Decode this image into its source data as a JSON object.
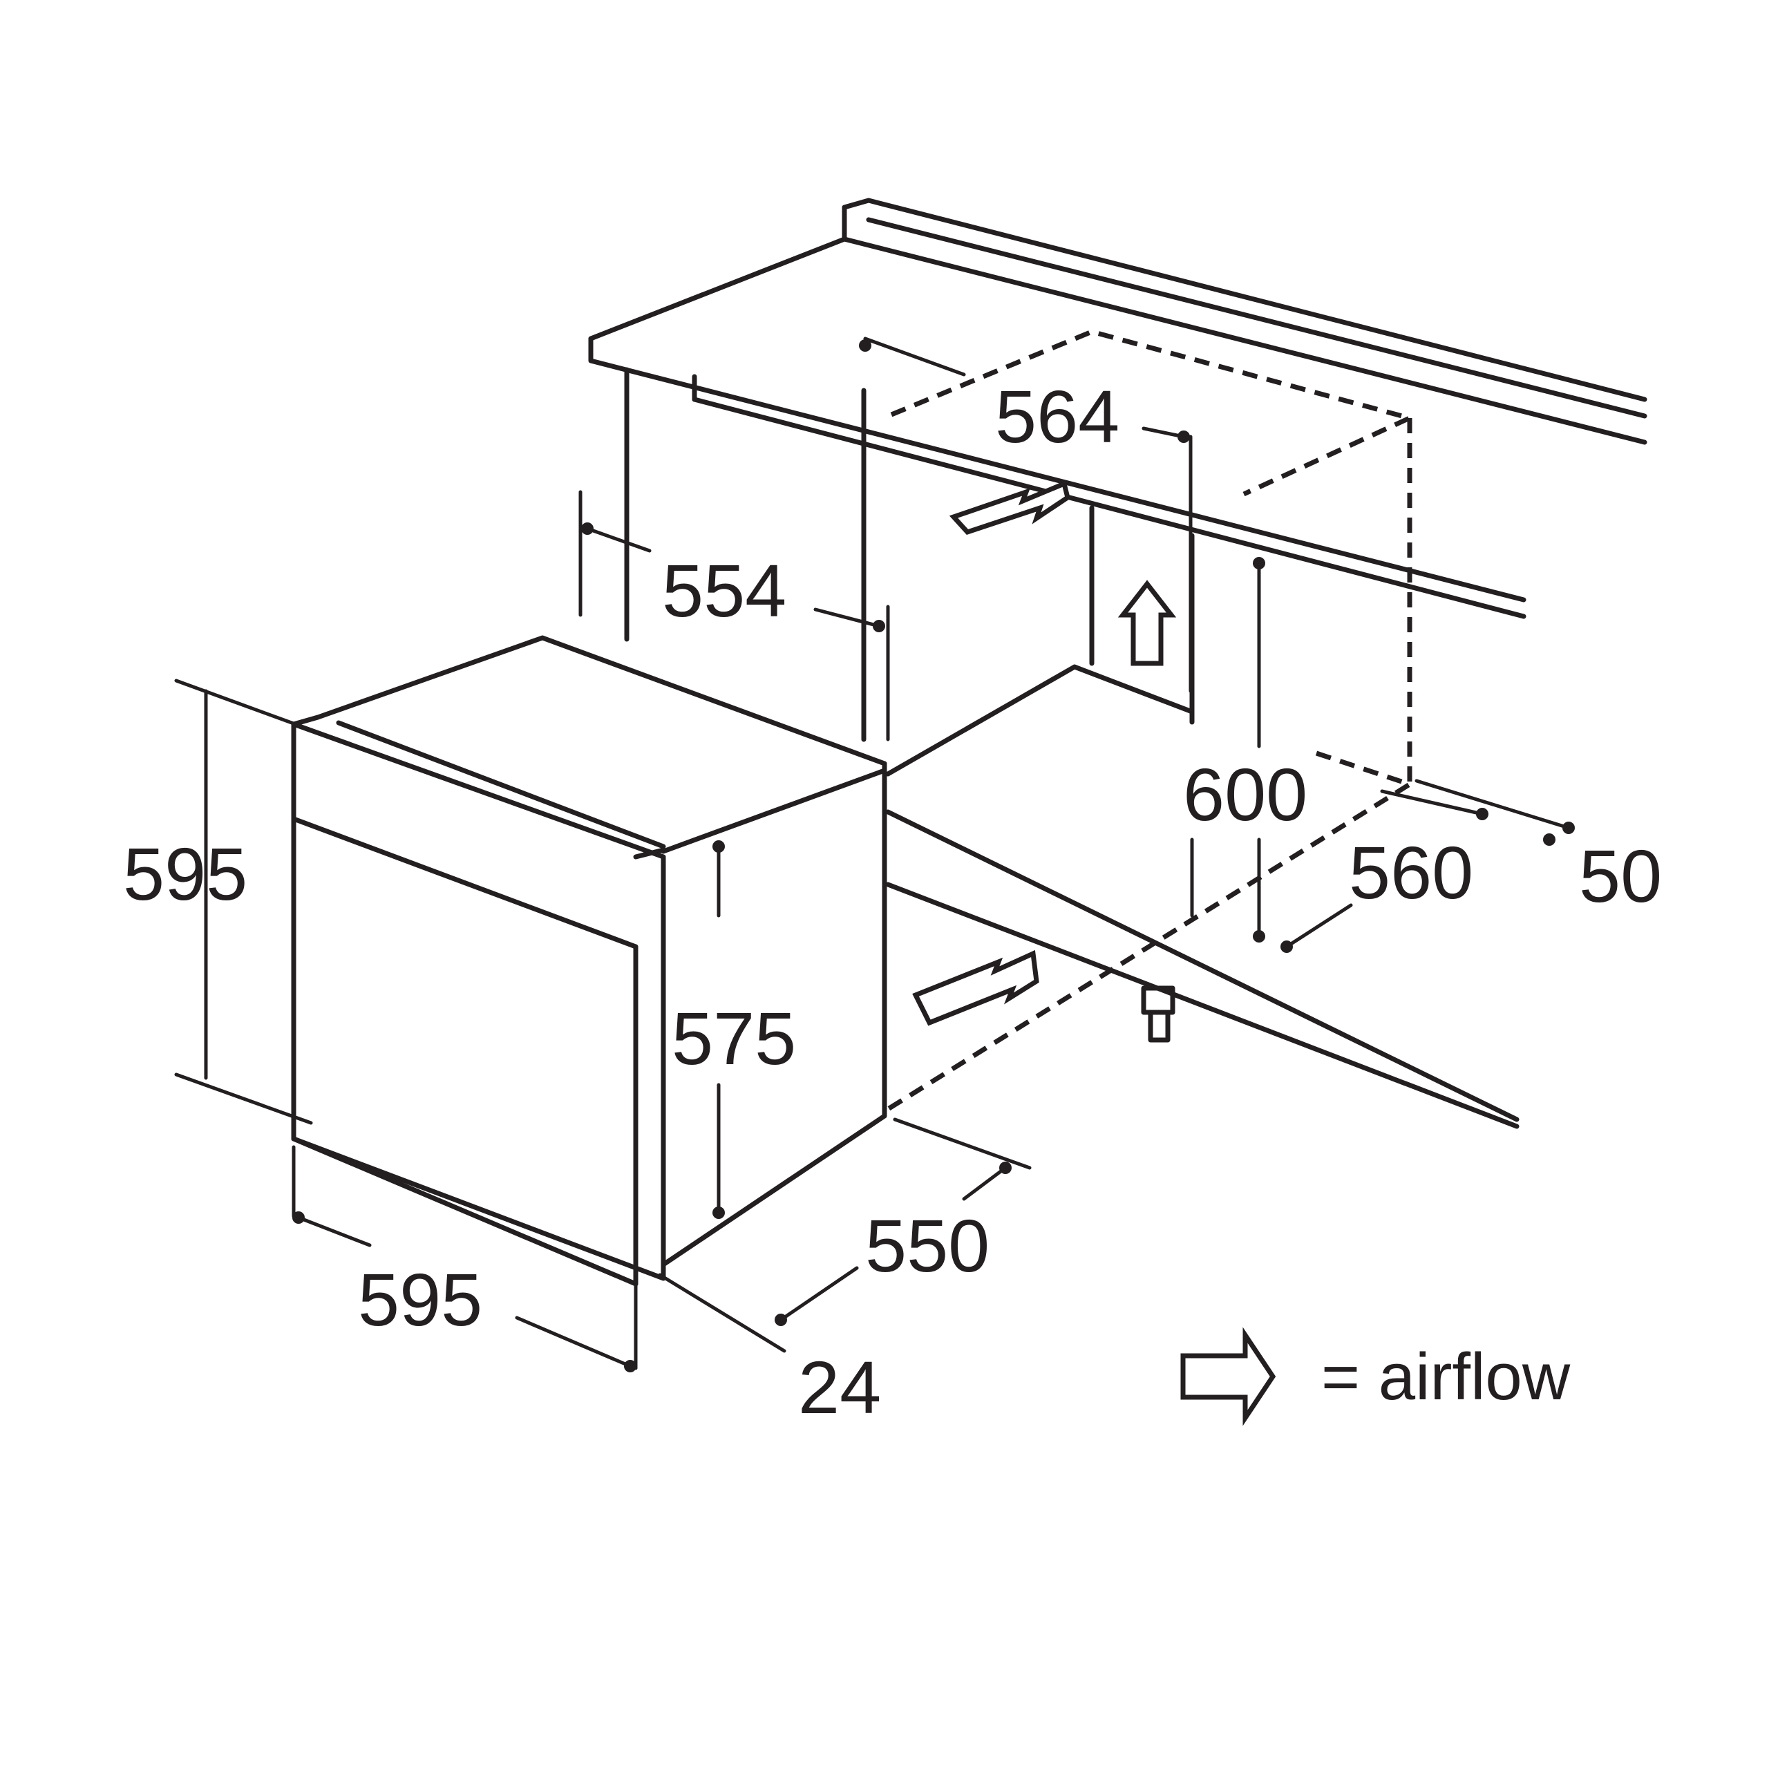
{
  "dimensions": {
    "oven_height": "595",
    "oven_width": "595",
    "oven_body_height": "575",
    "oven_depth": "550",
    "door_depth": "24",
    "niche_width_min": "554",
    "niche_width_max": "564",
    "niche_height": "600",
    "niche_depth": "560",
    "rear_gap": "50"
  },
  "legend": {
    "symbol": "arrow-outline-icon",
    "label": "= airflow"
  },
  "colors": {
    "line": "#231f20",
    "background": "#ffffff"
  }
}
